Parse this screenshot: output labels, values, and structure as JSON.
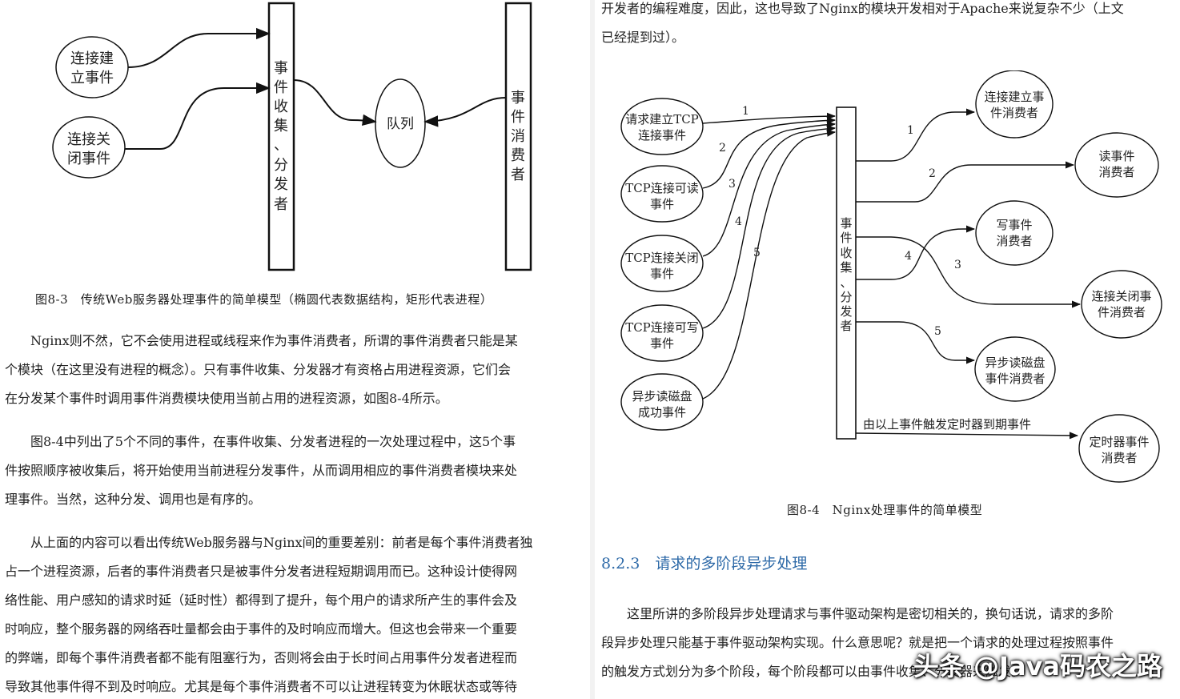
{
  "left": {
    "fig83": {
      "event_open": [
        "连接建",
        "立事件"
      ],
      "event_close": [
        "连接关",
        "闭事件"
      ],
      "collector": [
        "事",
        "件",
        "收",
        "集",
        "、",
        "分",
        "发",
        "者"
      ],
      "queue": "队列",
      "consumer": [
        "事",
        "件",
        "消",
        "费",
        "者"
      ]
    },
    "caption_83": "图8-3　传统Web服务器处理事件的简单模型（椭圆代表数据结构，矩形代表进程）",
    "paragraphs": [
      [
        "　　Nginx则不然，它不会使用进程或线程来作为事件消费者，所谓的事件消费者只能是某",
        "个模块（在这里没有进程的概念）。只有事件收集、分发器才有资格占用进程资源，它们会",
        "在分发某个事件时调用事件消费模块使用当前占用的进程资源，如图8-4所示。"
      ],
      [
        "　　图8-4中列出了5个不同的事件，在事件收集、分发者进程的一次处理过程中，这5个事",
        "件按照顺序被收集后，将开始使用当前进程分发事件，从而调用相应的事件消费者模块来处",
        "理事件。当然，这种分发、调用也是有序的。"
      ],
      [
        "　　从上面的内容可以看出传统Web服务器与Nginx间的重要差别：前者是每个事件消费者独",
        "占一个进程资源，后者的事件消费者只是被事件分发者进程短期调用而已。这种设计使得网",
        "络性能、用户感知的请求时延（延时性）都得到了提升，每个用户的请求所产生的事件会及",
        "时响应，整个服务器的网络吞吐量都会由于事件的及时响应而增大。但这也会带来一个重要",
        "的弊端，即每个事件消费者都不能有阻塞行为，否则将会由于长时间占用事件分发者进程而",
        "导致其他事件得不到及时响应。尤其是每个事件消费者不可以让进程转变为休眠状态或等待"
      ]
    ]
  },
  "right": {
    "top_lines": [
      "开发者的编程难度，因此，这也导致了Nginx的模块开发相对于Apache来说复杂不少（上文",
      "已经提到过）。"
    ],
    "fig84": {
      "inputs": [
        [
          "请求建立TCP",
          "连接事件"
        ],
        [
          "TCP连接可读",
          "事件"
        ],
        [
          "TCP连接关闭",
          "事件"
        ],
        [
          "TCP连接可写",
          "事件"
        ],
        [
          "异步读磁盘",
          "成功事件"
        ]
      ],
      "input_numbers": [
        "1",
        "2",
        "3",
        "4",
        "5"
      ],
      "collector": [
        "事",
        "件",
        "收",
        "集",
        "、",
        "分",
        "发",
        "者"
      ],
      "outputs": [
        [
          "连接建立事",
          "件消费者"
        ],
        [
          "读事件",
          "消费者"
        ],
        [
          "写事件",
          "消费者"
        ],
        [
          "连接关闭事",
          "件消费者"
        ],
        [
          "异步读磁盘",
          "事件消费者"
        ],
        [
          "定时器事件",
          "消费者"
        ]
      ],
      "output_numbers": [
        "1",
        "2",
        "4",
        "3",
        "5"
      ],
      "timer_label": "由以上事件触发定时器到期事件"
    },
    "caption_84": "图8-4　Nginx处理事件的简单模型",
    "section_heading": "8.2.3　请求的多阶段异步处理",
    "bottom_lines": [
      "　　这里所讲的多阶段异步处理请求与事件驱动架构是密切相关的，换句话说，请求的多阶",
      "段异步处理只能基于事件驱动架构实现。什么意思呢？就是把一个请求的处理过程按照事件",
      "的触发方式划分为多个阶段，每个阶段都可以由事件收集、分发器来触发。"
    ]
  },
  "watermark": "头条 @Java码农之路"
}
